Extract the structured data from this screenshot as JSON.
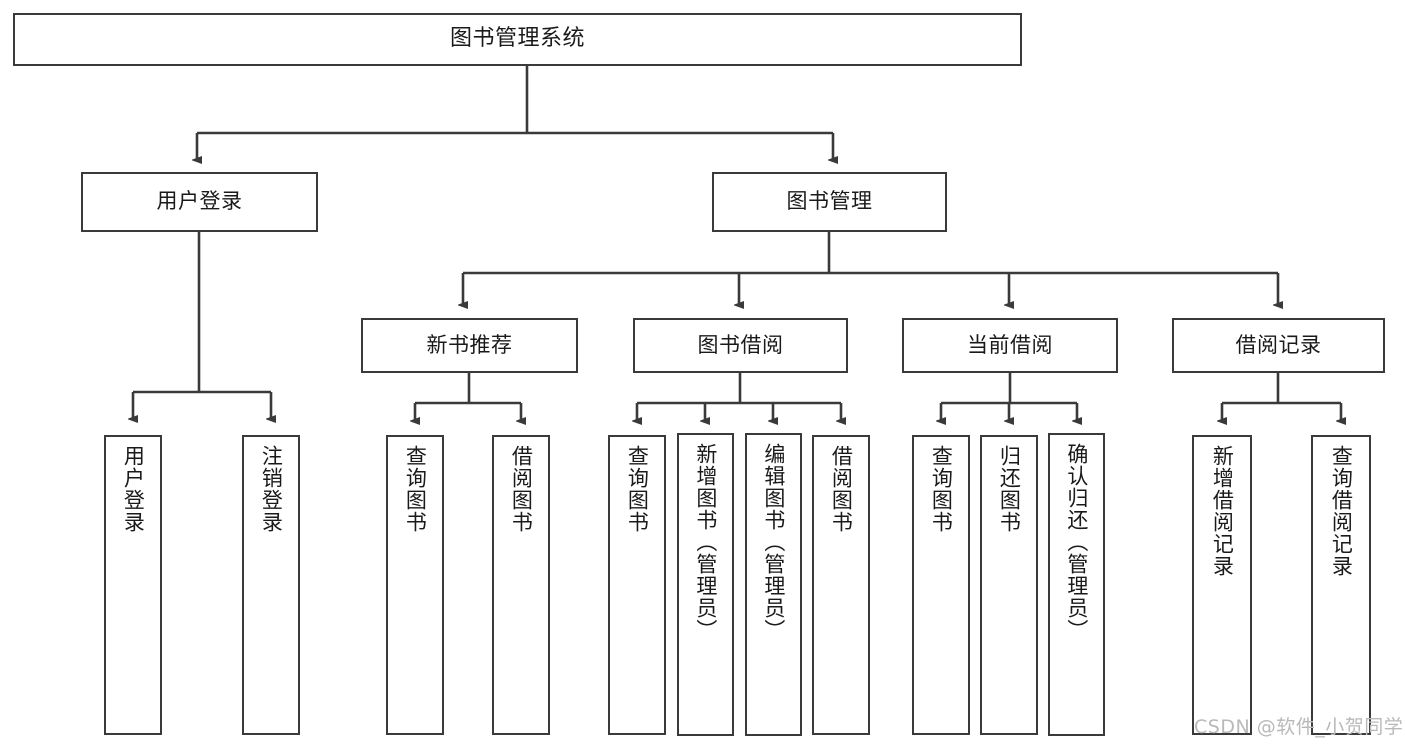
{
  "diagram": {
    "title": "图书管理系统",
    "type": "tree-hierarchy",
    "watermark": "CSDN @软件_小贺同学",
    "colors": {
      "background": "#ffffff",
      "box_border": "#3a3a3a",
      "box_fill": "#ffffff",
      "text": "#1a1a1a",
      "connector": "#3a3a3a",
      "watermark": "#b9b9b9"
    },
    "root": {
      "label": "图书管理系统"
    },
    "level1": [
      {
        "label": "用户登录"
      },
      {
        "label": "图书管理"
      }
    ],
    "level2": [
      {
        "label": "新书推荐"
      },
      {
        "label": "图书借阅"
      },
      {
        "label": "当前借阅"
      },
      {
        "label": "借阅记录"
      }
    ],
    "leaves": {
      "user_login": [
        {
          "label": "用户登录"
        },
        {
          "label": "注销登录"
        }
      ],
      "new_book": [
        {
          "label": "查询图书"
        },
        {
          "label": "借阅图书"
        }
      ],
      "book_borrow": [
        {
          "label": "查询图书"
        },
        {
          "label": "新增图书（管理员）"
        },
        {
          "label": "编辑图书（管理员）"
        },
        {
          "label": "借阅图书"
        }
      ],
      "current_borrow": [
        {
          "label": "查询图书"
        },
        {
          "label": "归还图书"
        },
        {
          "label": "确认归还（管理员）"
        }
      ],
      "borrow_record": [
        {
          "label": "新增借阅记录"
        },
        {
          "label": "查询借阅记录"
        }
      ]
    }
  }
}
